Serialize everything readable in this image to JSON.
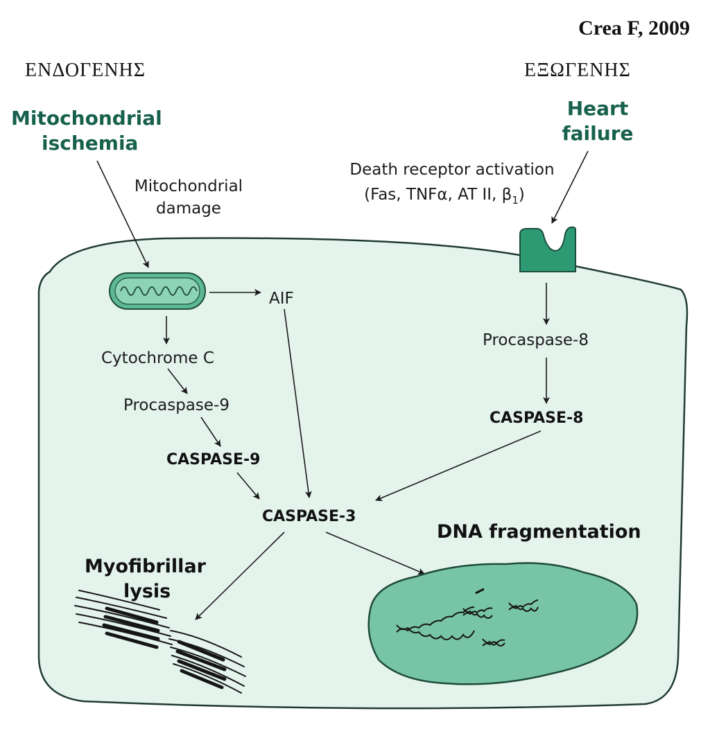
{
  "citation": "Crea F, 2009",
  "pathways": {
    "left_title": "ΕΝΔΟΓΕΝΗΣ",
    "right_title": "ΕΞΩΓΕΝΗΣ"
  },
  "triggers": {
    "left_line1": "Mitochondrial",
    "left_line2": "ischemia",
    "right_line1": "Heart",
    "right_line2": "failure"
  },
  "labels": {
    "mito_damage_line1": "Mitochondrial",
    "mito_damage_line2": "damage",
    "death_receptor_line1": "Death receptor activation",
    "death_receptor_line2": "(Fas, TNFα, AT II, β",
    "death_receptor_sub": "1",
    "death_receptor_close": ")",
    "aif": "AIF",
    "cytochrome": "Cytochrome C",
    "procaspase9": "Procaspase-9",
    "caspase9": "CASPASE-9",
    "procaspase8": "Procaspase-8",
    "caspase8": "CASPASE-8",
    "caspase3": "CASPASE-3",
    "dna_fragmentation": "DNA fragmentation",
    "myofibrillar_line1": "Myofibrillar",
    "myofibrillar_line2": "lysis"
  },
  "colors": {
    "cell_fill": "#e4f3ec",
    "cell_stroke": "#1f3b33",
    "mito_fill": "#5cb895",
    "receptor_fill": "#2e9a74",
    "nucleus_fill": "#78c4a6",
    "heading_green": "#17614c"
  }
}
